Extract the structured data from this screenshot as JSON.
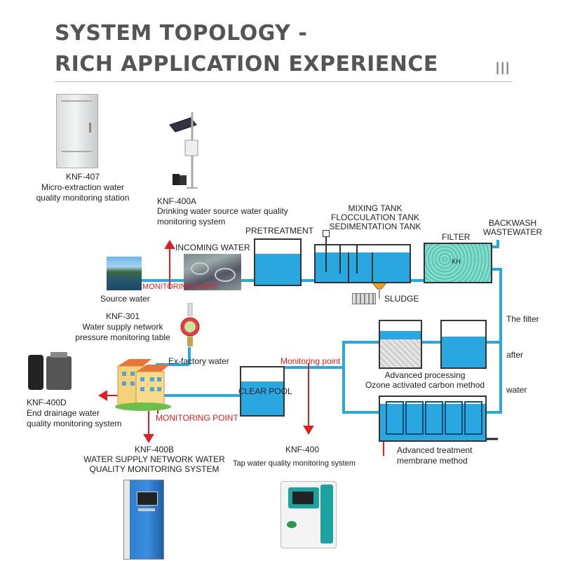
{
  "header": {
    "title_line1": "SYSTEM TOPOLOGY -",
    "title_line2": "RICH APPLICATION EXPERIENCE",
    "menu_mark": "III"
  },
  "colors": {
    "pipe": "#29a8e0",
    "water": "#29a8e0",
    "arrow": "#e02020",
    "title": "#555555"
  },
  "devices": {
    "knf407": {
      "model": "KNF-407",
      "desc1": "Micro-extraction water",
      "desc2": "quality monitoring station"
    },
    "knf400a": {
      "model": "KNF-400A",
      "desc1": "Drinking water source water quality",
      "desc2": "monitoring system"
    },
    "knf301": {
      "model": "KNF-301",
      "desc1": "Water supply network",
      "desc2": "pressure monitoring table"
    },
    "knf400d": {
      "model": "KNF-400D",
      "desc1": "End drainage water",
      "desc2": "quality monitoring system"
    },
    "knf400b": {
      "model": "KNF-400B",
      "desc1": "WATER SUPPLY NETWORK WATER",
      "desc2": "QUALITY MONITORING SYSTEM"
    },
    "knf400": {
      "model": "KNF-400",
      "desc1": "Tap water quality monitoring system"
    }
  },
  "process": {
    "source_water": "Source water",
    "incoming_water": "INCOMING WATER",
    "monitoring_point_1": "MONITORING POINT",
    "pretreatment": "PRETREATMENT",
    "mixing_tank": "MIXING TANK",
    "flocculation_tank": "FLOCCULATION TANK",
    "sedimentation_tank": "SEDIMENTATION TANK",
    "filter": "FILTER",
    "backwash1": "BACKWASH",
    "backwash2": "WASTEWATER",
    "sludge": "SLUDGE",
    "filter_after1": "The filter",
    "filter_after2": "after",
    "filter_after3": "water",
    "advanced_processing1": "Advanced processing",
    "advanced_processing2": "Ozone activated carbon method",
    "advanced_treatment1": "Advanced treatment",
    "advanced_treatment2": "membrane method",
    "monitoring_point_2": "Monitoring point",
    "clear_pool": "CLEAR POOL",
    "ex_factory": "Ex-factory water",
    "monitoring_point_3": "MONITORING POINT",
    "filter_badge": "KH"
  }
}
